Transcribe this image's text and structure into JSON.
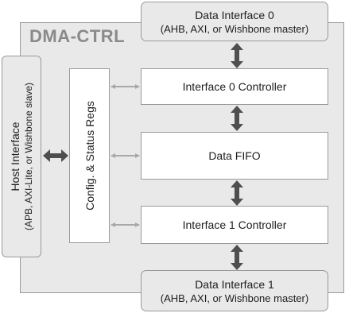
{
  "title": "DMA-CTRL",
  "data_interface_0": {
    "name": "Data Interface 0",
    "detail": "(AHB, AXI, or Wishbone master)"
  },
  "data_interface_1": {
    "name": "Data Interface 1",
    "detail": "(AHB, AXI, or Wishbone master)"
  },
  "host_interface": {
    "name": "Host Interface",
    "detail": "(APB, AXI-Lite, or Wishbone slave)"
  },
  "config_regs": {
    "name": "Config. & Status Regs"
  },
  "interface_0_controller": {
    "name": "Interface 0 Controller"
  },
  "data_fifo": {
    "name": "Data FIFO"
  },
  "interface_1_controller": {
    "name": "Interface 1 Controller"
  },
  "colors": {
    "outer_fill": "#e9e9e9",
    "outline": "#9a9a9a",
    "bold_arrow": "#4f4f4f",
    "thin_arrow": "#a8a8a8"
  }
}
